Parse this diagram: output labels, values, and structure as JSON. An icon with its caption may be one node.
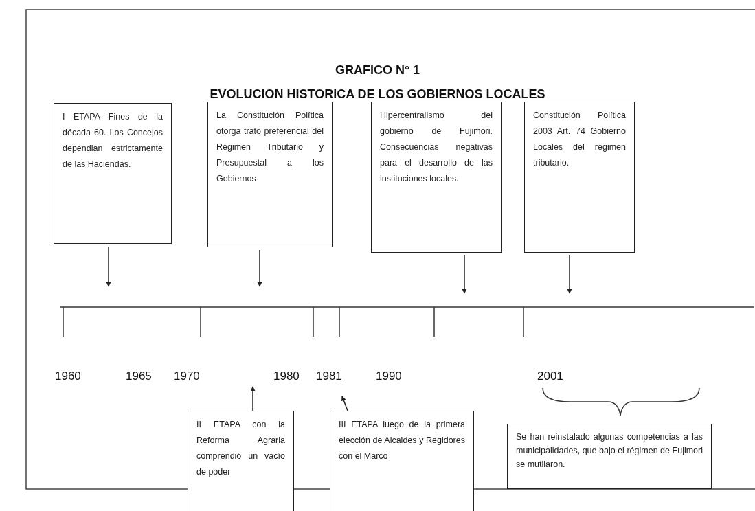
{
  "diagram": {
    "title": "GRAFICO N° 1",
    "caption": "EVOLUCION HISTORICA DE LOS GOBIERNOS LOCALES",
    "nodes": [
      {
        "text": [
          "I ETAPA Fines de la década 60. Los Concejos dependian estrictamente de las Haciendas."
        ]
      },
      {
        "text": [
          "La Constitución Política otorga trato preferencial del Régimen Tributario y Presupuestal a los Gobiernos"
        ]
      },
      {
        "text": [
          "Hipercentralismo del gobierno de Fujimori. Consecuencias negativas para el desarrollo de las instituciones locales."
        ]
      },
      {
        "text": [
          "Constitución Política 2003 Art. 74 Gobierno Locales del régimen tributario."
        ]
      },
      {
        "text": [
          "II ETAPA con la Reforma Agraria comprendió un vacío de poder"
        ]
      },
      {
        "text": [
          "III ETAPA luego de la primera elección de Alcaldes y Regidores con el Marco"
        ]
      },
      {
        "text": [
          "Se han reinstalado algunas competencias a las municipalidades, que bajo el régimen de Fujimori se mutilaron."
        ]
      }
    ],
    "edges": [
      {
        "from": 0,
        "to": null,
        "arrow": "to"
      },
      {
        "from": 1,
        "to": null,
        "arrow": "to"
      },
      {
        "from": 2,
        "to": null,
        "arrow": "to"
      },
      {
        "from": 3,
        "to": null,
        "arrow": "to"
      },
      {
        "from": 4,
        "to": null,
        "arrow": "to"
      },
      {
        "from": 5,
        "to": null,
        "arrow": "to"
      }
    ],
    "labels": [
      "1960",
      "1965",
      "1970",
      "1980",
      "1981",
      "1990",
      "2001"
    ]
  }
}
